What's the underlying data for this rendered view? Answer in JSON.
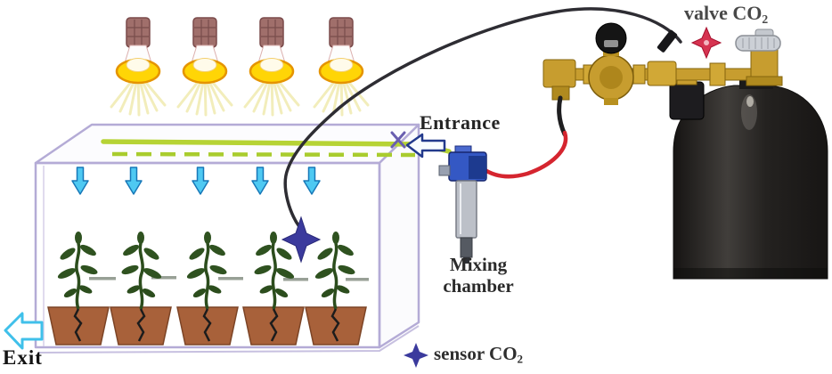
{
  "figure": {
    "kind": "experimental-setup-diagram",
    "subject": "CO2 enrichment growth chamber with lamps, mixing chamber, regulator and CO2 cylinder"
  },
  "labels": {
    "valve": {
      "main": "valve CO",
      "sub": "2"
    },
    "entrance": "Entrance",
    "mixing_chamber": {
      "line1": "Mixing",
      "line2": "chamber"
    },
    "sensor": {
      "main": "sensor CO",
      "sub": "2"
    },
    "exit": "Exit"
  },
  "components": {
    "heat_lamps": {
      "count": 4
    },
    "growth_chamber": {
      "plants": 5,
      "pots": 5,
      "airflow_arrows": 5,
      "supply_tubes": 2
    },
    "mixing_chamber_device": {
      "marker": "blue-solenoid-with-grey-cylinder"
    },
    "pressure_regulator": {
      "gauge": "black-dial"
    },
    "co2_cylinder": {
      "valve_handwheel": "chrome"
    },
    "sensor_marker": {
      "shape": "four-pointed-star",
      "color": "#3b3a9d"
    },
    "valve_marker": {
      "shape": "four-pointed-star",
      "color": "#d63350"
    }
  },
  "colors": {
    "background": "#ffffff",
    "box_outline": "#b4abd6",
    "tube_green": "#b6d335",
    "airflow_blue": "#4ec9f2",
    "pot_terracotta": "#a8613a",
    "plant_green": "#2c4d1d",
    "red_tube": "#d5252f",
    "brass": "#c79d2f",
    "cable": "#2e2d33",
    "lamp_yellow": "#ffd506",
    "lamp_base": "#a06f6b",
    "cylinder_black": "#1d1b1a",
    "exit_arrow_cyan": "#3fc0ea",
    "entrance_arrow_navy": "#233a8c"
  }
}
